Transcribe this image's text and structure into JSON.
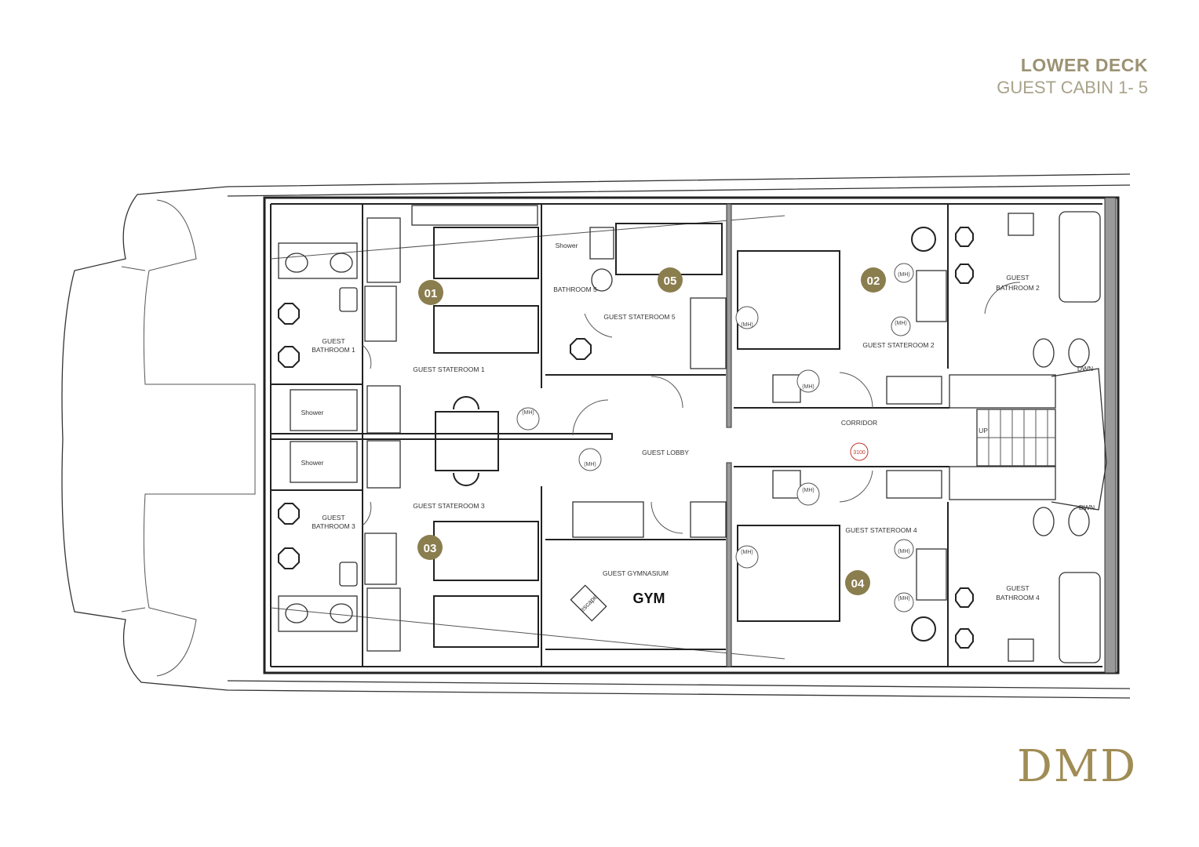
{
  "header": {
    "title": "LOWER DECK",
    "subtitle": "GUEST CABIN 1- 5"
  },
  "logo": {
    "text": "DMD",
    "color": "#a08c55"
  },
  "colors": {
    "badge": "#8a7d4e",
    "title": "#9c9273",
    "marker_red": "#c0392b"
  },
  "rooms": {
    "guest_bathroom_1": [
      "GUEST",
      "BATHROOM 1"
    ],
    "guest_bathroom_2": [
      "GUEST",
      "BATHROOM 2"
    ],
    "guest_bathroom_3": [
      "GUEST",
      "BATHROOM 3"
    ],
    "guest_bathroom_4": [
      "GUEST",
      "BATHROOM 4"
    ],
    "bathroom_5": "BATHROOM 5",
    "shower": "Shower",
    "stateroom_1": "GUEST STATEROOM 1",
    "stateroom_2": "GUEST STATEROOM 2",
    "stateroom_3": "GUEST STATEROOM 3",
    "stateroom_4": "GUEST STATEROOM 4",
    "stateroom_5": "GUEST STATEROOM 5",
    "lobby": "GUEST LOBBY",
    "corridor": "CORRIDOR",
    "gymnasium": "GUEST GYMNASIUM",
    "gym": "GYM",
    "escape": "escape",
    "up": "UP",
    "down": "DWN",
    "mh": "(MH)",
    "marker_3100": "3100"
  },
  "cabin_badges": [
    "01",
    "02",
    "03",
    "04",
    "05"
  ]
}
